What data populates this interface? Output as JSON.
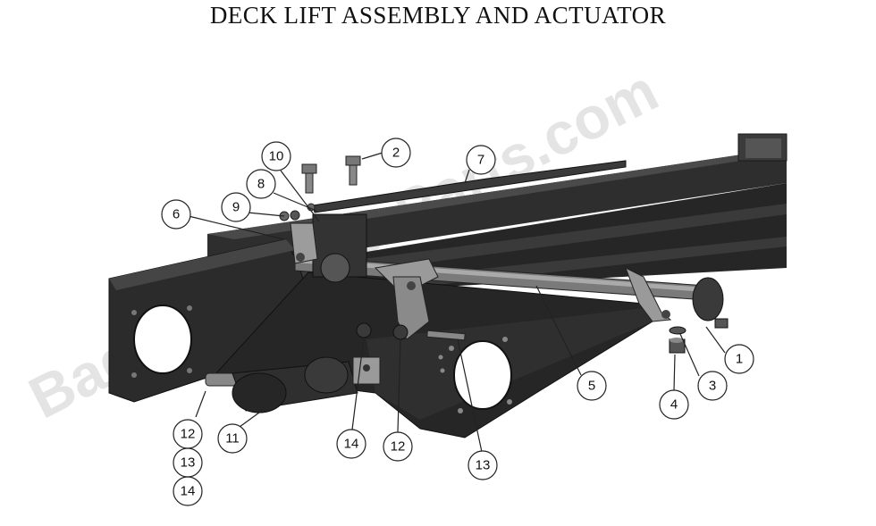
{
  "title": "DECK LIFT ASSEMBLY AND ACTUATOR",
  "watermark": "BadBoyMowerParts.com",
  "colors": {
    "frame": "#2d2d2d",
    "frame_dark": "#1c1c1c",
    "frame_light": "#4a4a4a",
    "rod": "#7a7a7a",
    "background": "#ffffff"
  },
  "callouts": [
    {
      "id": "callout-1",
      "label": "1"
    },
    {
      "id": "callout-2",
      "label": "2"
    },
    {
      "id": "callout-3",
      "label": "3"
    },
    {
      "id": "callout-4",
      "label": "4"
    },
    {
      "id": "callout-5",
      "label": "5"
    },
    {
      "id": "callout-6",
      "label": "6"
    },
    {
      "id": "callout-7",
      "label": "7"
    },
    {
      "id": "callout-8",
      "label": "8"
    },
    {
      "id": "callout-9",
      "label": "9"
    },
    {
      "id": "callout-10",
      "label": "10"
    },
    {
      "id": "callout-11",
      "label": "11"
    },
    {
      "id": "callout-12-left",
      "label": "12"
    },
    {
      "id": "callout-13-left",
      "label": "13"
    },
    {
      "id": "callout-14-left",
      "label": "14"
    },
    {
      "id": "callout-14-center",
      "label": "14"
    },
    {
      "id": "callout-12-center",
      "label": "12"
    },
    {
      "id": "callout-13-center",
      "label": "13"
    }
  ]
}
